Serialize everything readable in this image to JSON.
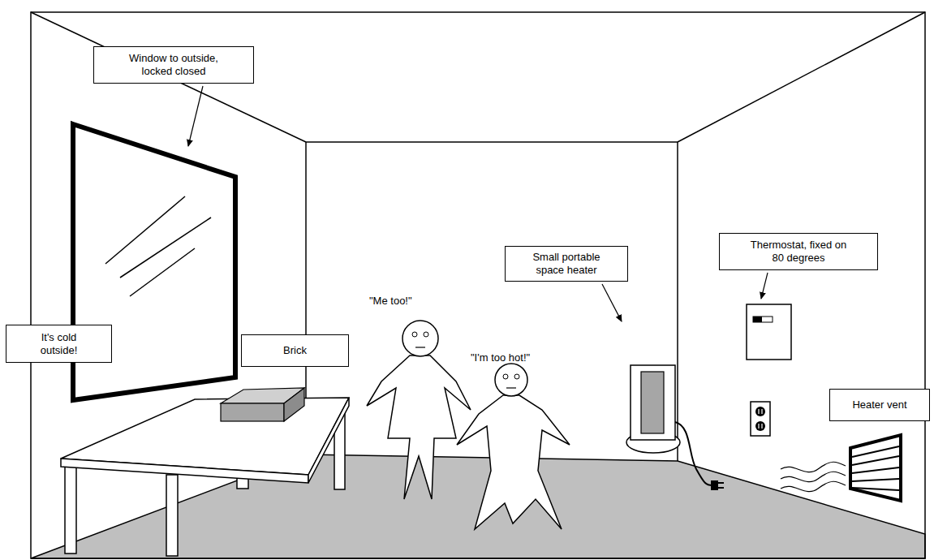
{
  "diagram": {
    "nodes": [
      {
        "text": [
          "Window to outside, locked closed"
        ]
      },
      {
        "text": [
          "Thermostat, fixed on 80 degrees"
        ]
      },
      {
        "text": [
          "Small portable space heater"
        ]
      },
      {
        "text": [
          "It's cold outside!"
        ]
      },
      {
        "text": [
          "Brick"
        ]
      },
      {
        "text": [
          "Heater vent"
        ]
      }
    ],
    "labels": [
      "\"Me too!\"",
      "\"I'm too hot!\""
    ]
  }
}
